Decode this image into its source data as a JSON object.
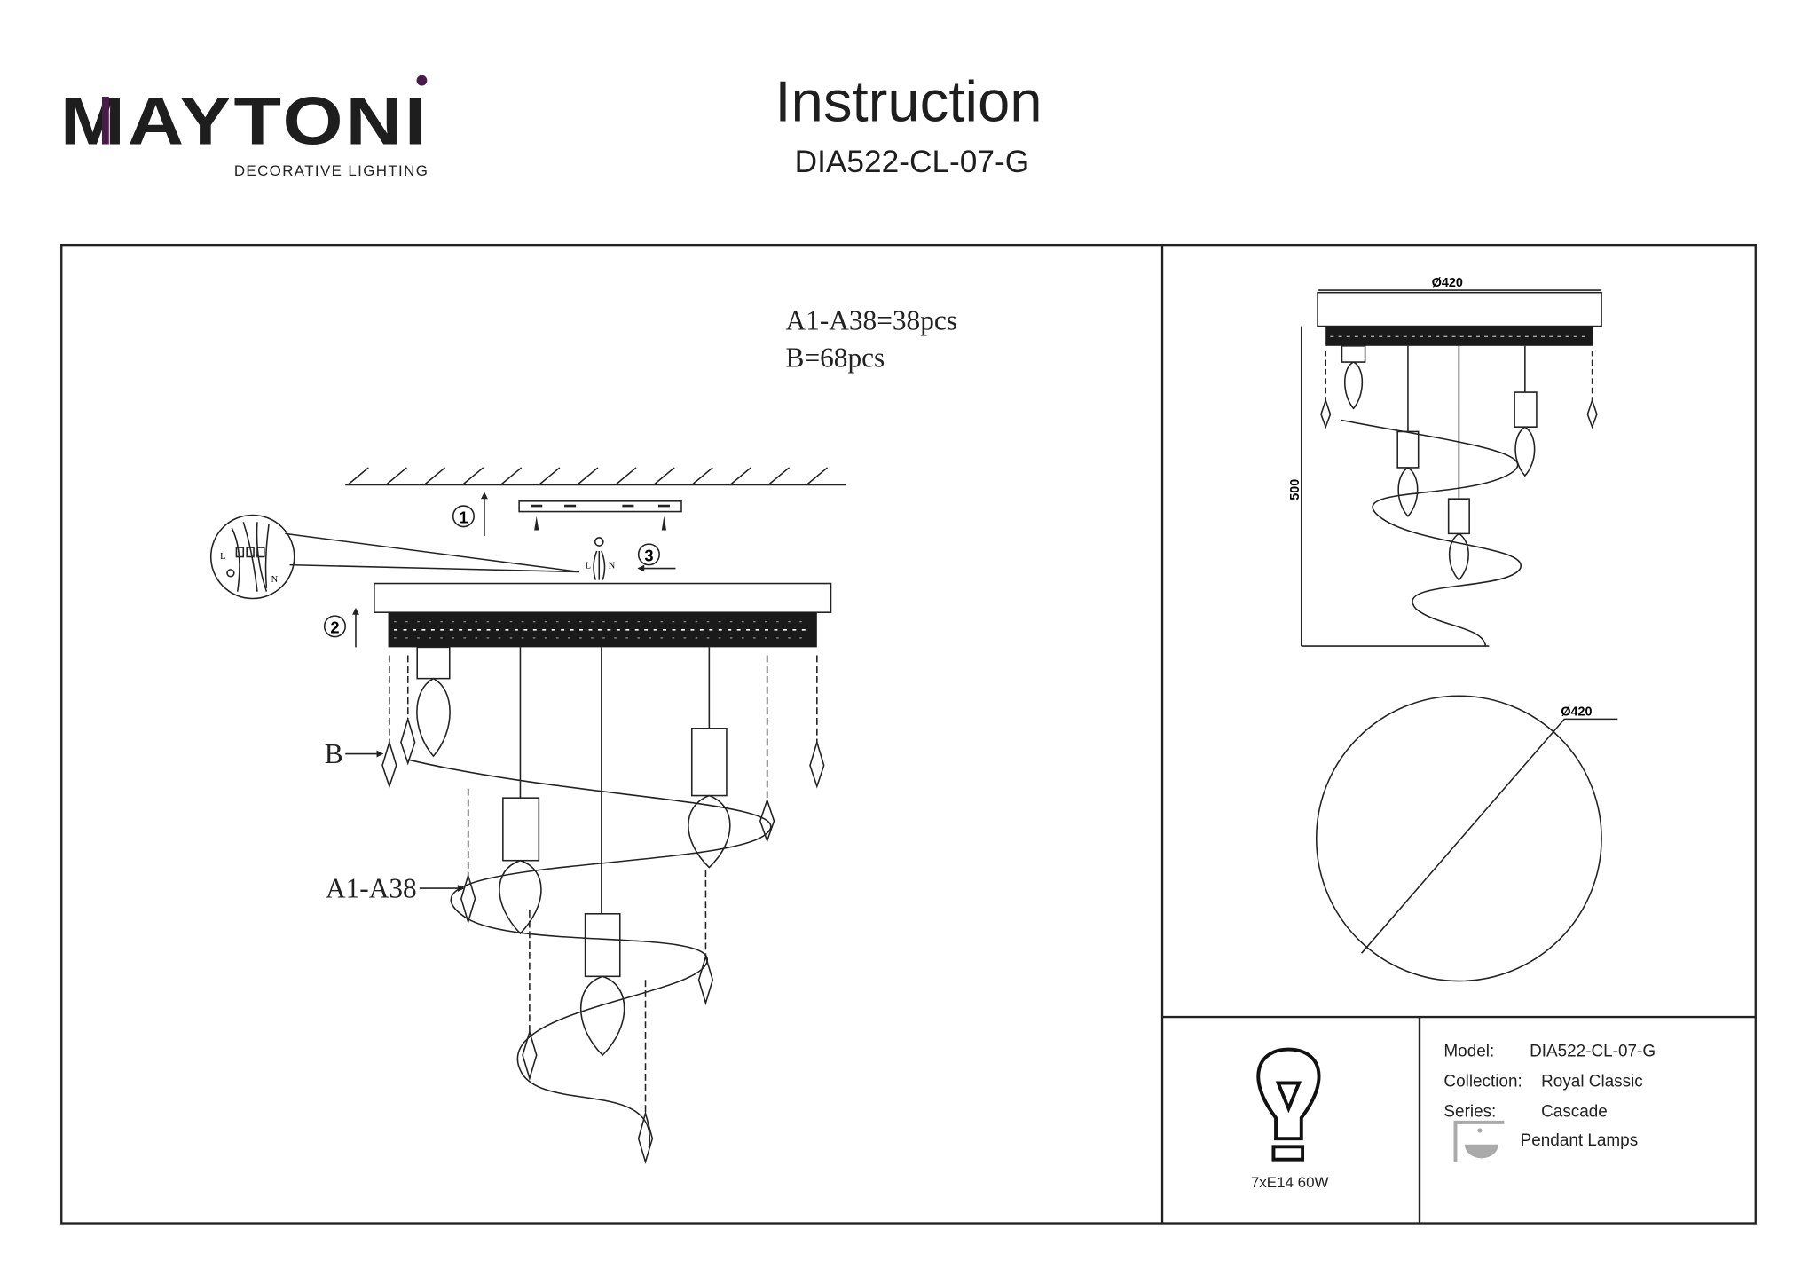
{
  "header": {
    "brand": "MAYTONI",
    "brand_tagline": "DECORATIVE LIGHTING",
    "title": "Instruction",
    "model_code": "DIA522-CL-07-G"
  },
  "colors": {
    "brand_accent": "#4a1a4a",
    "ink": "#222222"
  },
  "assembly": {
    "parts_a": "A1-A38=38pcs",
    "parts_b": "B=68pcs",
    "label_b": "B",
    "label_a": "A1-A38",
    "steps": [
      "1",
      "2",
      "3"
    ],
    "wire_labels": {
      "live": "L",
      "neutral": "N"
    }
  },
  "dimensions": {
    "diameter_side": "Ø420",
    "height": "500",
    "diameter_top": "Ø420"
  },
  "specs": {
    "bulb_icon": "light-bulb-icon",
    "lamps": "7xE14 60W",
    "rows": [
      {
        "label": "Model:",
        "value": "DIA522-CL-07-G"
      },
      {
        "label": "Collection:",
        "value": "Royal Classic"
      },
      {
        "label": "Series:",
        "value": "Cascade"
      }
    ],
    "type_icon": "pendant-lamp-icon",
    "type": "Pendant Lamps"
  }
}
